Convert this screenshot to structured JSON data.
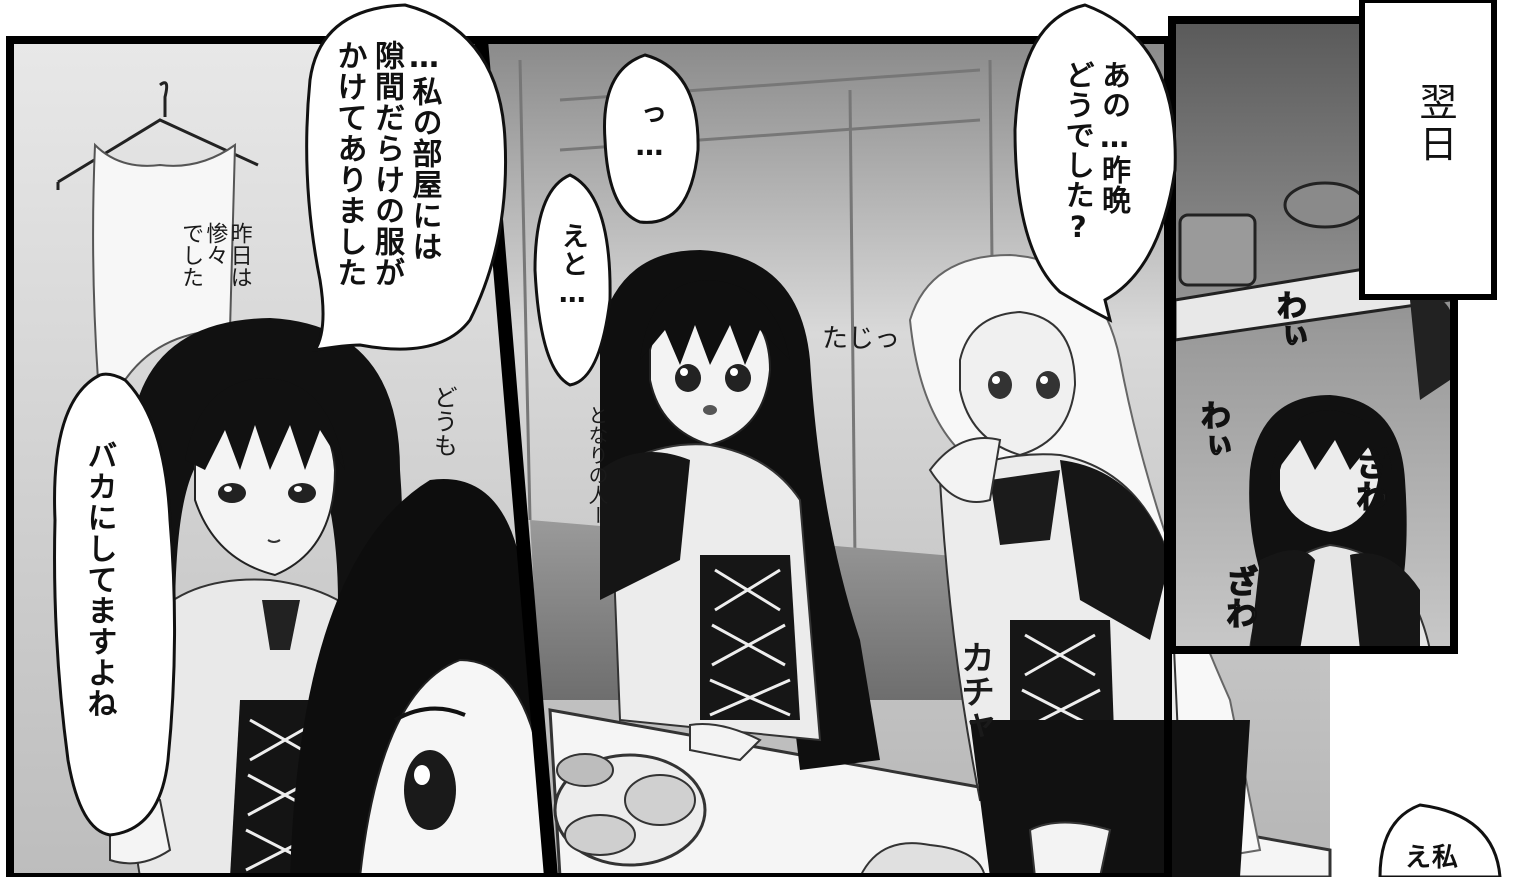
{
  "caption": {
    "text": "翌日"
  },
  "balloons": {
    "room_clothes": "…私の部屋には\n隙間だらけの服が\nかけてありました",
    "baka": "バカにしてますよね",
    "gasp": "っ…",
    "eto": "えと…",
    "ano": "あの…昨晩\nどうでした?",
    "partial": "え私"
  },
  "handwriting": {
    "sakujitsu": "昨日は\n惨々\nでした",
    "douomo": "どうも",
    "tonari": "となりの人ー",
    "tajitsu": "たじっ"
  },
  "sfx": {
    "kacha": "カチャ",
    "wai1": "わぃ",
    "wai2": "わぃ",
    "zawa1": "ざわ",
    "zawa2": "ざわ"
  }
}
